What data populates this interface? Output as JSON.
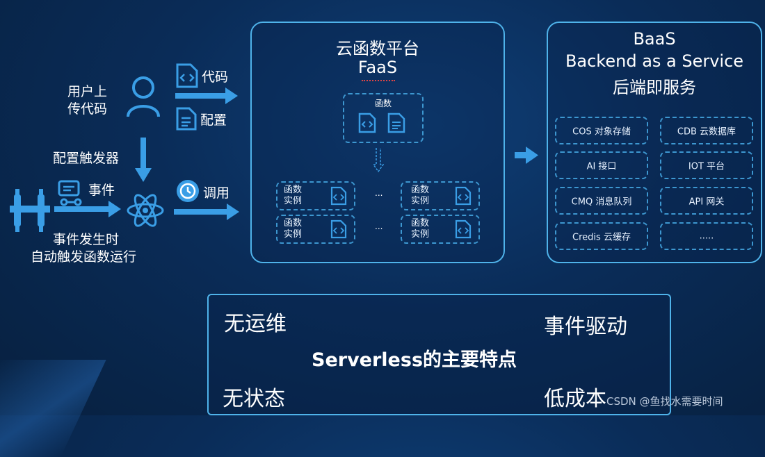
{
  "left": {
    "user_upload": "用户上\n传代码",
    "code_label": "代码",
    "config_label": "配置",
    "config_trigger": "配置触发器",
    "event_label": "事件",
    "invoke_label": "调用",
    "event_occur": "事件发生时",
    "auto_trigger": "自动触发函数运行"
  },
  "faas": {
    "title": "云函数平台",
    "subtitle": "FaaS",
    "function_label": "函数",
    "instance_label_line1": "函数",
    "instance_label_line2": "实例",
    "ellipsis": "..."
  },
  "baas": {
    "title_line1": "BaaS",
    "title_line2": "Backend as a Service",
    "title_line3": "后端即服务",
    "services": [
      "COS 对象存储",
      "CDB 云数据库",
      "AI 接口",
      "IOT 平台",
      "CMQ 消息队列",
      "API 网关",
      "Credis 云缓存",
      "....."
    ]
  },
  "features": {
    "title": "Serverless的主要特点",
    "top_left": "无运维",
    "top_right": "事件驱动",
    "bottom_left": "无状态",
    "bottom_right": "低成本"
  },
  "watermark": "CSDN @鱼找水需要时间",
  "colors": {
    "accent": "#3a9ee6",
    "border": "#4fb3ea",
    "background": "#0a2c58"
  }
}
